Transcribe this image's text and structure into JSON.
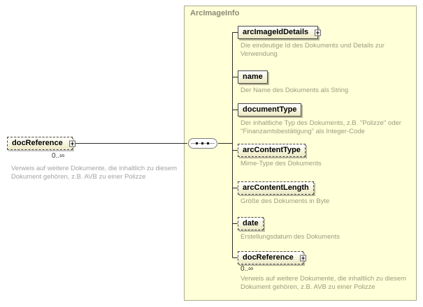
{
  "diagram": {
    "root": {
      "name": "docReference",
      "multiplicity": "0..∞",
      "annotation": "Verweis auf weitere Dokumente, die inhaltlich zu diesem Dokument gehören, z.B. AVB zu einer Polizze"
    },
    "container": {
      "title": "ArcImageInfo"
    },
    "compositor": "sequence",
    "children": [
      {
        "name": "arcImageIdDetails",
        "annotation": "Die eindeutige Id des Dokuments und Details zur Verwendung",
        "optional": false,
        "expandable": true
      },
      {
        "name": "name",
        "annotation": "Der Name des Dokuments als String",
        "optional": false,
        "expandable": false
      },
      {
        "name": "documentType",
        "annotation": "Der inhaltliche Typ des Dokuments, z.B. \"Polizze\" oder \"Finanzamtsbestätigung\" als Integer-Code",
        "optional": false,
        "expandable": false
      },
      {
        "name": "arcContentType",
        "annotation": "Mime-Type des Dokuments",
        "optional": true,
        "expandable": false
      },
      {
        "name": "arcContentLength",
        "annotation": "Größe des Dokuments in Byte",
        "optional": true,
        "expandable": false
      },
      {
        "name": "date",
        "annotation": "Erstellungsdatum des Dokuments",
        "optional": true,
        "expandable": false
      },
      {
        "name": "docReference",
        "annotation": "Verweis auf weitere Dokumente, die inhaltlich zu diesem Dokument gehören, z.B. AVB zu einer Polizze",
        "optional": true,
        "expandable": true,
        "multiplicity": "0..∞"
      }
    ],
    "icons": {
      "expand": "plus-icon",
      "compositor": "sequence-icon"
    },
    "colors": {
      "container_bg": "#FFFFD8",
      "container_border": "#ABAB8D",
      "box_border": "#4A4A4A",
      "annotation_text": "#9C9C80",
      "connector": "#2B2B2B"
    }
  }
}
